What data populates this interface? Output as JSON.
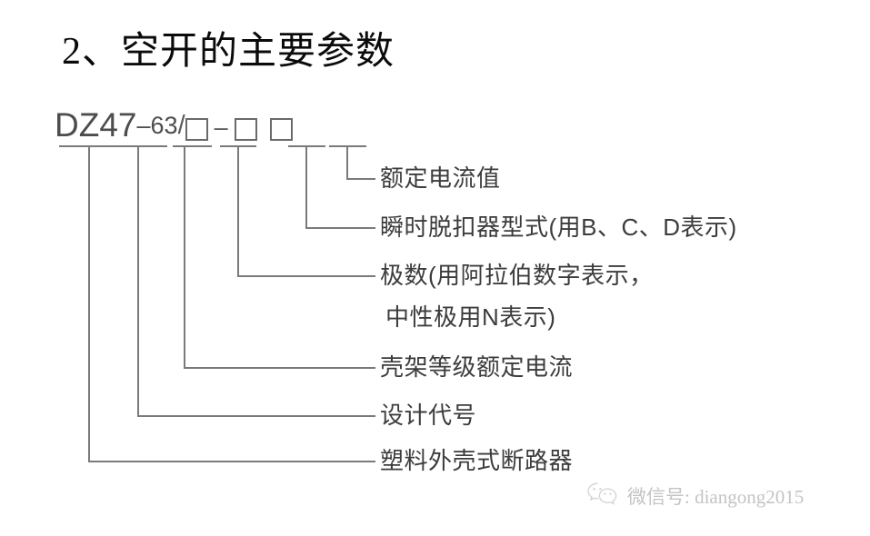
{
  "slide": {
    "title": "2、空开的主要参数",
    "background_color": "#ffffff",
    "line_color": "#7a7a7a",
    "text_color": "#3c3c3c"
  },
  "designation": {
    "full_code": "DZ47-63/□ - □ □",
    "parts": {
      "series": "DZ47",
      "dash1": "–",
      "frame": "63",
      "slash": "/",
      "poles_box": "□",
      "dash2": "–",
      "trip_box": "□",
      "current_box": "□"
    }
  },
  "labels": [
    {
      "id": "rated-current",
      "text": "额定电流值"
    },
    {
      "id": "trip-type",
      "text": "瞬时脱扣器型式(用B、C、D表示)"
    },
    {
      "id": "poles-line1",
      "text": "极数(用阿拉伯数字表示，"
    },
    {
      "id": "poles-line2",
      "text": "中性极用N表示)"
    },
    {
      "id": "frame-current",
      "text": "壳架等级额定电流"
    },
    {
      "id": "design-code",
      "text": "设计代号"
    },
    {
      "id": "breaker-type",
      "text": "塑料外壳式断路器"
    }
  ],
  "watermark": {
    "icon": "wechat-icon",
    "text": "微信号: diangong2015"
  }
}
